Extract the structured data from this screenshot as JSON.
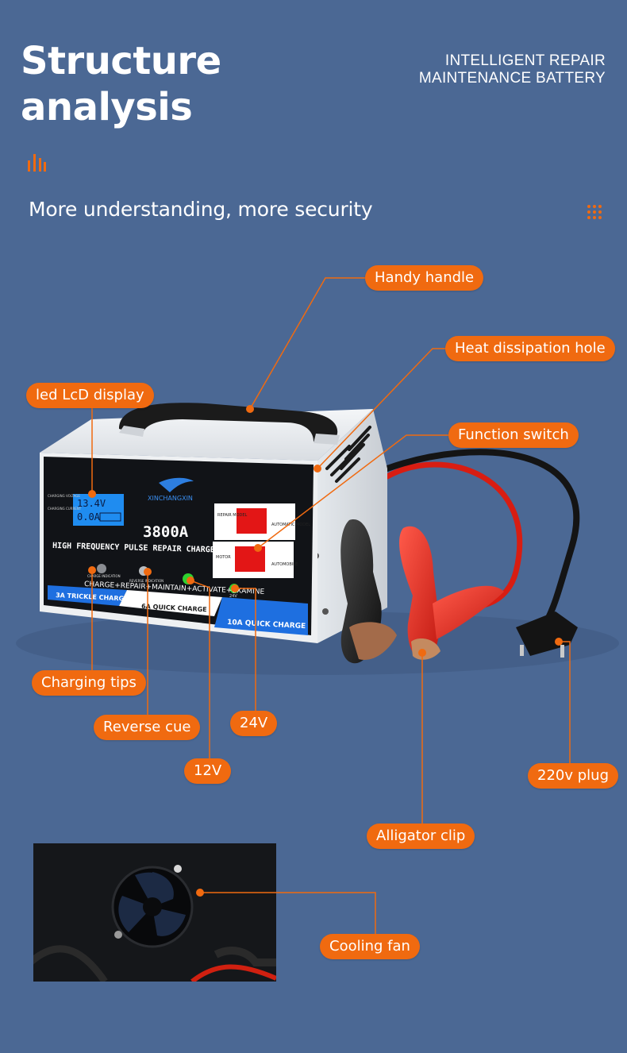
{
  "header": {
    "title_line1": "Structure",
    "title_line2": "analysis",
    "tagline_line1": "INTELLIGENT REPAIR",
    "tagline_line2": "MAINTENANCE BATTERY",
    "subtitle": "More understanding, more security"
  },
  "product": {
    "brand": "XINCHANGXIN",
    "model": "3800A",
    "panel_title": "HIGH FREQUENCY PULSE REPAIR CHARGER",
    "lcd_voltage": "13.4V",
    "lcd_current": "0.0A",
    "panel_left_labels": [
      "CHARGING VOLTAGE",
      "CHARGING CURRENT"
    ],
    "switch_top_labels": [
      "REPAIR MODEL",
      "AUTOMATIC MODEL"
    ],
    "switch_bottom_labels": [
      "MOTOR",
      "AUTOMOBILE"
    ],
    "indicator_labels": [
      "CHARGE INDICATION",
      "REVERSE INDICATION",
      "12V",
      "24V"
    ],
    "mode_line": "CHARGE+REPAIR+MAINTAIN+ACTIVATE+EXAMINE",
    "stripe_1": "3A TRICKLE CHARGE",
    "stripe_2": "6A QUICK CHARGE",
    "stripe_3": "10A QUICK CHARGE"
  },
  "callouts": {
    "handy_handle": "Handy handle",
    "heat_hole": "Heat dissipation hole",
    "led_display": "led LcD display",
    "function_switch": "Function switch",
    "charging_tips": "Charging tips",
    "reverse_cue": "Reverse cue",
    "v24": "24V",
    "v12": "12V",
    "plug": "220v plug",
    "alligator": "Alligator clip",
    "cooling_fan": "Cooling fan"
  },
  "colors": {
    "background": "#4b6894",
    "accent": "#f06a10"
  }
}
